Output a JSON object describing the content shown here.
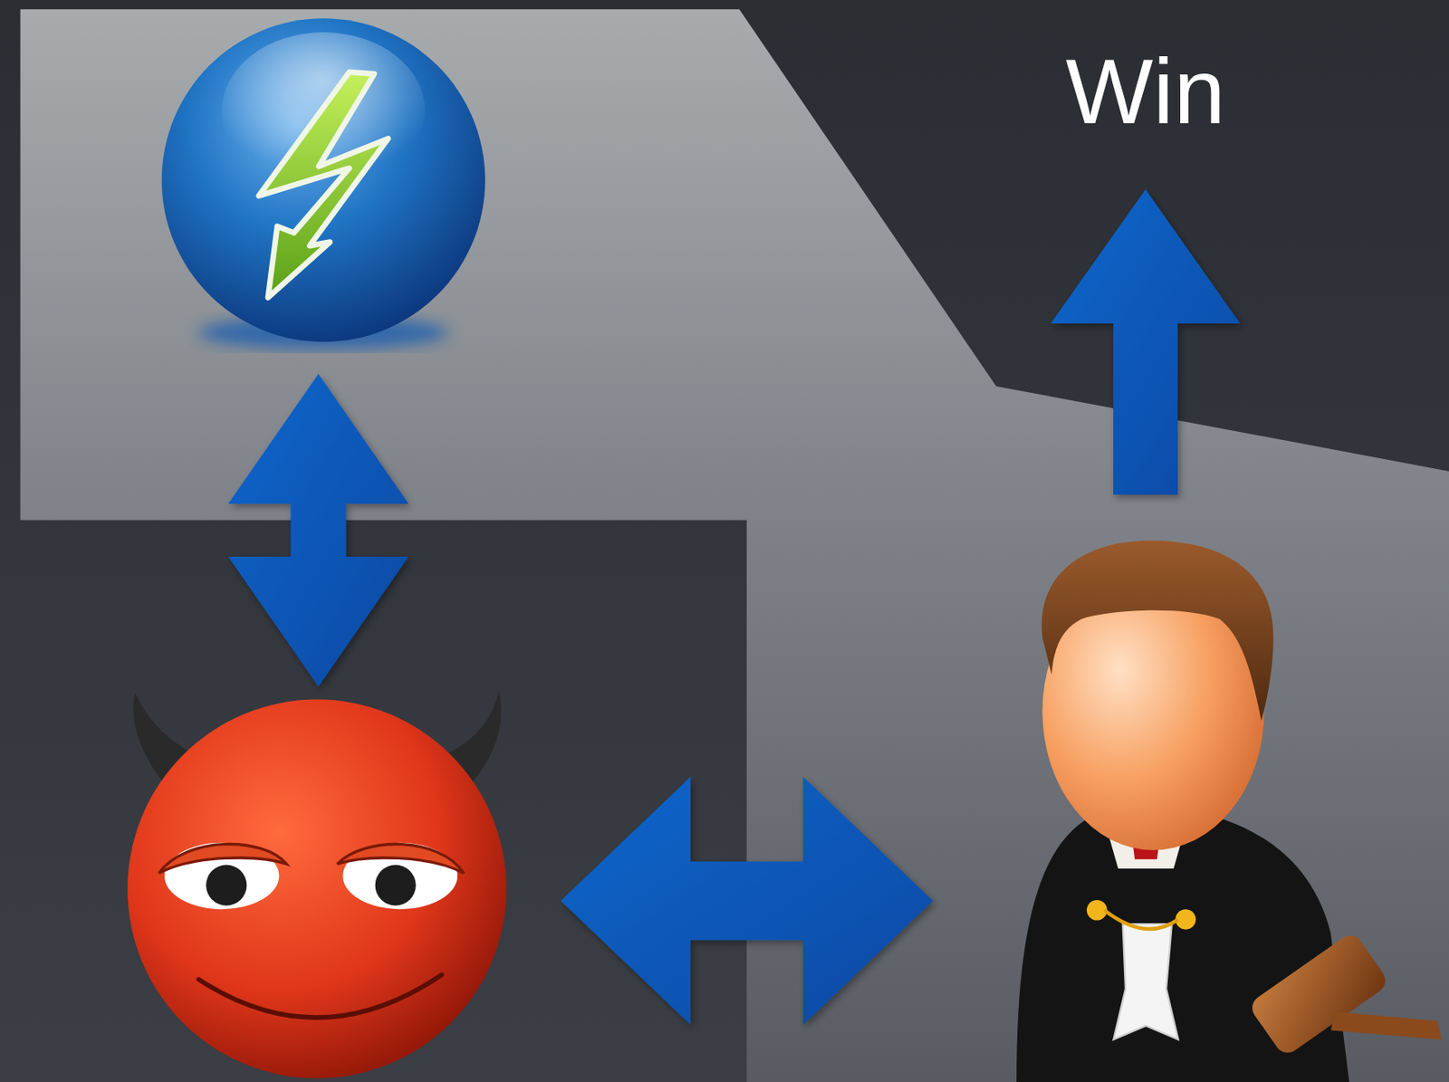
{
  "diagram": {
    "nodes": [
      {
        "text": []
      },
      {
        "text": []
      },
      {
        "text": []
      },
      {
        "text": [
          "Win"
        ]
      }
    ],
    "edges": [
      {
        "from": 0,
        "to": 1,
        "arrow": "both"
      },
      {
        "from": 1,
        "to": 2,
        "arrow": "both"
      },
      {
        "from": 2,
        "to": 3,
        "arrow": "to"
      }
    ]
  }
}
